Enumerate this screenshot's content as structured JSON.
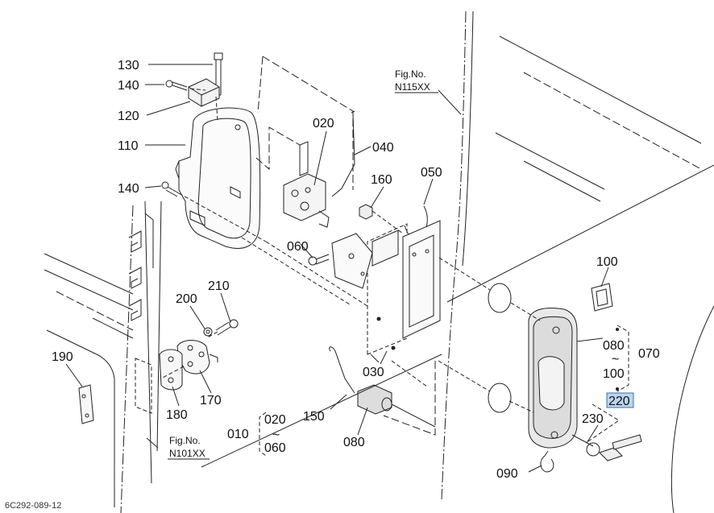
{
  "diagram": {
    "footer_code": "6C292-089-12",
    "fig_refs": [
      {
        "line1": "Fig.No.",
        "line2": "N115XX"
      },
      {
        "line1": "Fig.No.",
        "line2": "N101XX"
      }
    ],
    "part_labels": {
      "p130": "130",
      "p140a": "140",
      "p120": "120",
      "p110": "110",
      "p140b": "140",
      "p020": "020",
      "p040": "040",
      "p160": "160",
      "p050": "050",
      "p060": "060",
      "p210": "210",
      "p200": "200",
      "p190": "190",
      "p180": "180",
      "p170": "170",
      "p030": "030",
      "p150": "150",
      "p080b": "080",
      "p010": "010",
      "p020b": "020",
      "p060b": "060",
      "p100": "100",
      "p080": "080",
      "p100b": "100",
      "p070": "070",
      "p220": "220",
      "p230": "230",
      "p090": "090"
    },
    "range_symbol": "~",
    "highlighted": "220"
  }
}
